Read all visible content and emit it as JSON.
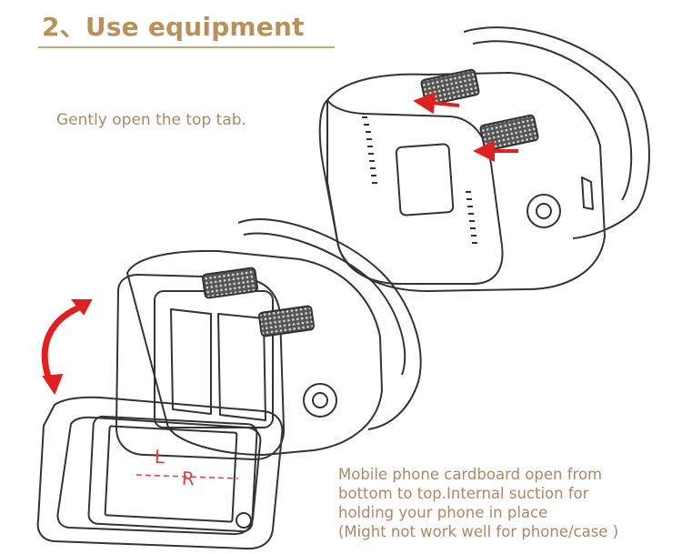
{
  "section": {
    "title": "2、Use equipment"
  },
  "step1": {
    "instruction": "Gently open the top tab."
  },
  "step2": {
    "caption_lines": [
      "Mobile phone cardboard open from",
      "bottom to top.Internal suction for",
      "holding your phone in place",
      "(Might not work well for phone/case )"
    ],
    "lens_left": "L",
    "lens_right": "R"
  },
  "colors": {
    "title": "#b8915a",
    "rule": "#c9a57a",
    "body_text": "#a8896a",
    "arrow": "#e02020",
    "lens_label": "#e04040"
  }
}
